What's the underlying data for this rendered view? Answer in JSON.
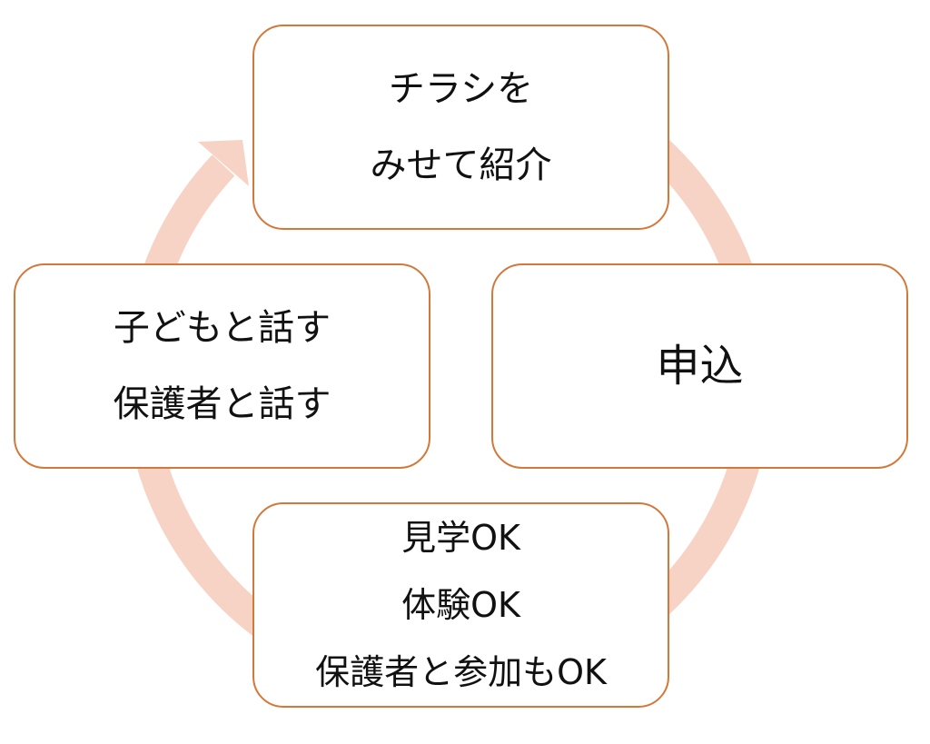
{
  "colors": {
    "ring": "#f7d3c6",
    "border": "#d4783a"
  },
  "steps": {
    "top": {
      "lines": [
        "チラシを",
        "みせて紹介"
      ]
    },
    "right": {
      "lines": [
        "申込"
      ]
    },
    "bottom": {
      "lines": [
        "見学OK",
        "体験OK",
        "保護者と参加もOK"
      ]
    },
    "left": {
      "lines": [
        "子どもと話す",
        "保護者と話す"
      ]
    }
  }
}
